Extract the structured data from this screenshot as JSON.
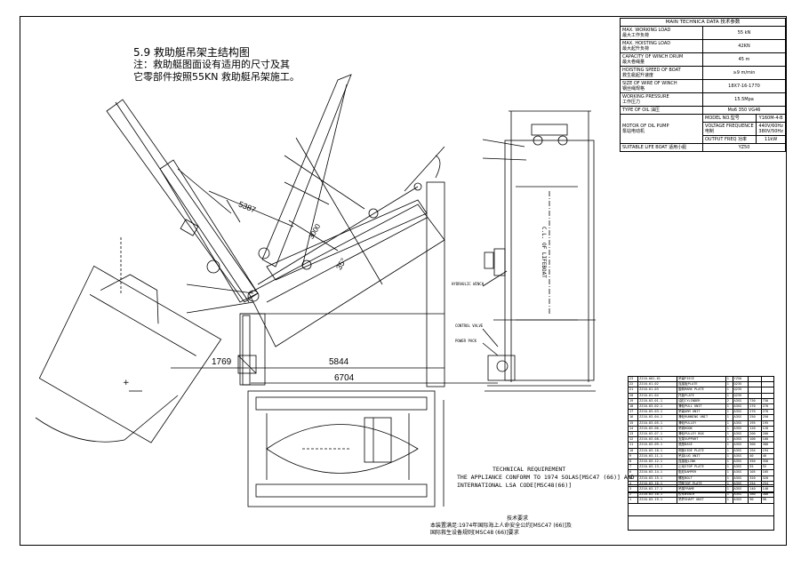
{
  "title": {
    "main": "5.9 救助艇吊架主结构图",
    "note_line1": "注：救助艇图面设有适用的尺寸及其",
    "note_line2": "它零部件按照55KN 救助艇吊架施工。"
  },
  "params": {
    "header": "MAIN TECHNICA DATA 技术参数",
    "rows": [
      {
        "en": "MAX. WORKING LOAD",
        "cn": "最大工作负荷",
        "value": "55 kN"
      },
      {
        "en": "MAX. HOISTING LOAD",
        "cn": "最大起升负荷",
        "value": "42KN"
      },
      {
        "en": "CAPACITY OF WINCH DRUM",
        "cn": "最大卷绳量",
        "value": "45 m"
      },
      {
        "en": "HOISTING SPEED OF BOAT",
        "cn": "救生艇起升速度",
        "value": "≥9 m/min"
      },
      {
        "en": "SIZE OF WIRE OF WINCH",
        "cn": "钢丝绳规格",
        "value": "18X7-16-1770"
      },
      {
        "en": "WORKING PRESSURE",
        "cn": "工作压力",
        "value": "15.5Mpa"
      }
    ],
    "oil_label": "TYPE OF OIL 油压",
    "oil_value": "Mo6 350 VG46",
    "motor_label": "MOTOR OF OIL PUMP",
    "motor_cn": "泵站电动机",
    "model_label": "MODEL NO.型号",
    "model_value": "Y160M-4-B",
    "voltage_label": "VOLTAGE FREQUENCE",
    "voltage_cn": "电制",
    "voltage_value1": "440V/60Hz",
    "voltage_value2": "380V/50Hz",
    "output_label": "OUTPUT FREQ 功率",
    "output_value": "11kW",
    "lifeboat_label": "SUITABLE LIFE BOAT 适用小艇",
    "lifeboat_value": "YZ50"
  },
  "dimensions": {
    "d1769": "1769",
    "d5844": "5844",
    "d6704": "6704",
    "d5387": "5387",
    "d3000": "3000",
    "d35": "35°"
  },
  "callouts": {
    "hydraulic_winch": "HYDRAULIC WINCH",
    "control_valve": "CONTROL VALVE",
    "power_pack": "POWER PACK",
    "centerline": "C.L. OF LIFEBOAT"
  },
  "tech_req": {
    "head": "TECHNICAL  REQUIREMENT",
    "line1": "THE APPLIANCE CONFORM TO 1974 SOLAS[MSC47 (66)]  AND",
    "line2": "INTERNATIONAL LSA CODE[MSC48(66)]"
  },
  "cn_req": {
    "head": "技术要求",
    "line1": "本装置满足:1974年国际海上人命安全公约[MSC47 (66)]及",
    "line2": "国际救生设备规则[MSC48 (66)]要求"
  },
  "bom": [
    [
      "ZJ10-001-01",
      "吊臂PIECE",
      "1",
      "YZ50",
      "",
      ""
    ],
    [
      "ZJ10-01-02",
      "连接板PLATE",
      "1",
      "Q235",
      "",
      ""
    ],
    [
      "ZJ10-01-03",
      "旋转MARK PLATE",
      "1",
      "Q235",
      "",
      ""
    ],
    [
      "ZJ10-01-04",
      "托板PLATE",
      "1",
      "Q235",
      "",
      ""
    ],
    [
      "ZJ10-03-01-1",
      "油缸CYLINDER",
      "2",
      "A3SS",
      "730",
      "730"
    ],
    [
      "ZJ10-03-02-1",
      "滑轮PULL UNIT",
      "1",
      "A3SS",
      "270",
      "270"
    ],
    [
      "ZJ10-03-03-1",
      "吊臂ARM UNIT",
      "1",
      "A3SS",
      "270",
      "270"
    ],
    [
      "ZJ10-03-04-1",
      "滑轮RUNNING UNIT",
      "1",
      "A3SS",
      "250",
      "250"
    ],
    [
      "ZJ10-03-05-1",
      "滑轮PULLEY",
      "1",
      "A3SS",
      "195",
      "195"
    ],
    [
      "ZJ10-03-06-1",
      "吊钩HOOK",
      "1",
      "A3SS",
      "120",
      "120"
    ],
    [
      "ZJ10-03-07-1",
      "滑轮PULLEY BOX",
      "1",
      "A3SS",
      "200",
      "200"
    ],
    [
      "ZJ10-03-08-1",
      "支架SUPPORT",
      "1",
      "A3SS",
      "100",
      "100"
    ],
    [
      "ZJ10-03-09-1",
      "底座BASE",
      "1",
      "A3SS",
      "300",
      "300"
    ],
    [
      "ZJ10-03-10-1",
      "侧板SIDE PLATE",
      "1",
      "A3SS",
      "194",
      "194"
    ],
    [
      "ZJ10-03-11-1",
      "吊耳LUG UNIT",
      "1",
      "A3SS",
      "40",
      "40"
    ],
    [
      "ZJ10-03-12-1",
      "连接板LINK",
      "1",
      "A3SS",
      "350",
      "350"
    ],
    [
      "ZJ10-03-13-1",
      "止动STOP PLATE",
      "1",
      "A3SS",
      "55",
      "55"
    ],
    [
      "ZJ10-03-14-1",
      "阻尼DAMPER",
      "1",
      "A3SS",
      "105",
      "105"
    ],
    [
      "ZJ10-03-15-1",
      "螺栓BOLT",
      "1",
      "A3SS",
      "320",
      "320"
    ],
    [
      "ZJ10-03-16-1",
      "顶板TOP PLATE",
      "1",
      "A3SS",
      "254",
      "254"
    ],
    [
      "ZJ10-03-17-1",
      "吊架FRAME",
      "1",
      "A3SS",
      "140",
      "140"
    ],
    [
      "ZJ10-03-18-1",
      "绞车WINCH",
      "1",
      "A3SS",
      "380",
      "380"
    ],
    [
      "ZJ10-03-19-1",
      "吊杆SHAFT UNIT",
      "1",
      "A3SS",
      "90",
      "90"
    ]
  ]
}
